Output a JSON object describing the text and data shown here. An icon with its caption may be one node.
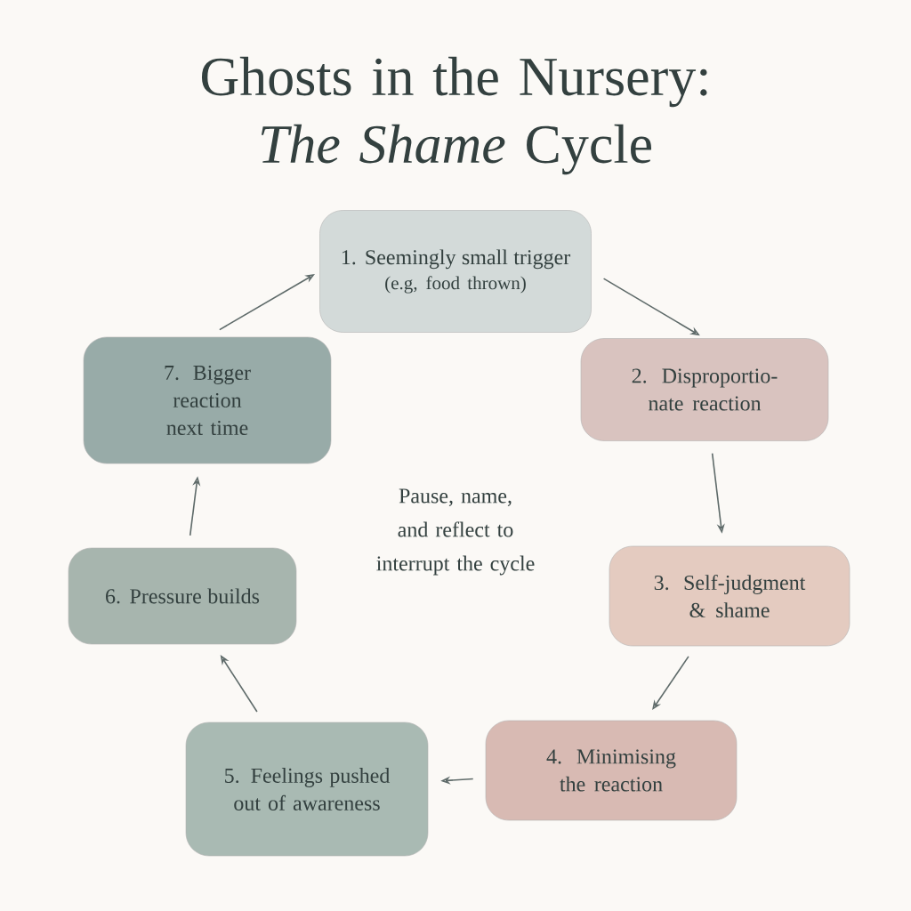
{
  "diagram": {
    "title": "Ghosts in the Nursery: *The Shame* Cycle",
    "nodes": [
      {
        "text": [
          "1. Seemingly small trigger",
          "(e.g, food thrown)"
        ]
      },
      {
        "text": [
          "2. Disproportio- nate reaction"
        ]
      },
      {
        "text": [
          "3. Self-judgment & shame"
        ]
      },
      {
        "text": [
          "4. Minimising the reaction"
        ]
      },
      {
        "text": [
          "5. Feelings pushed out of awareness"
        ]
      },
      {
        "text": [
          "6. Pressure builds"
        ]
      },
      {
        "text": [
          "7. Bigger reaction next time"
        ]
      }
    ],
    "edges": [
      {
        "from": 0,
        "to": 1,
        "arrow": "to"
      },
      {
        "from": 1,
        "to": 2,
        "arrow": "to"
      },
      {
        "from": 2,
        "to": 3,
        "arrow": "to"
      },
      {
        "from": 3,
        "to": 4,
        "arrow": "to"
      },
      {
        "from": 4,
        "to": 5,
        "arrow": "to"
      },
      {
        "from": 5,
        "to": 6,
        "arrow": "to"
      },
      {
        "from": 6,
        "to": 0,
        "arrow": "to"
      }
    ],
    "labels": [
      "Pause, name, and reflect to interrupt the cycle"
    ]
  }
}
